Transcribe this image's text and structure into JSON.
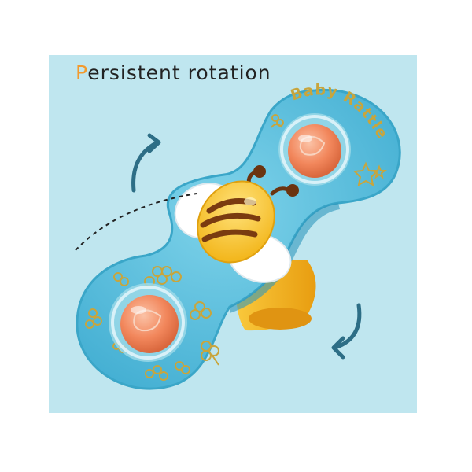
{
  "headline": {
    "first_letter": "P",
    "rest": "ersistent rotation"
  },
  "toy": {
    "brand_text": "Baby Rattle",
    "character": "bee"
  },
  "colors": {
    "background": "#bfe6ef",
    "toy_body": "#5cc3e0",
    "toy_body_dark": "#3aa6c8",
    "accent_orange": "#f29a2e",
    "ball_orange": "#f2875c",
    "bee_yellow": "#f7c22c",
    "bee_stripe": "#7a3b10",
    "suction_yellow": "#f5b21c",
    "arrow": "#2d6e86",
    "print_gold": "#c8a53c"
  },
  "icons": [
    "rotate-arrow-icon",
    "dashed-motion-line",
    "flower-icon",
    "clover-icon",
    "star-icon"
  ]
}
